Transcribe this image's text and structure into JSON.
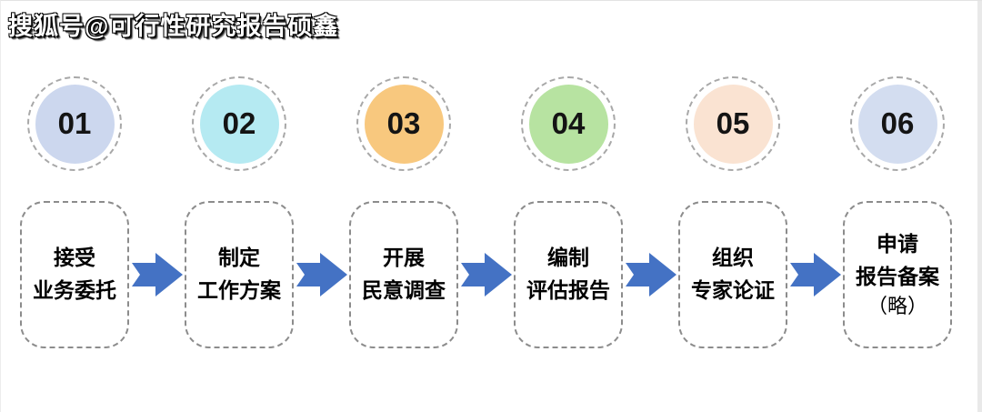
{
  "watermark": "搜狐号@可行性研究报告硕鑫",
  "arrow_color": "#4472c4",
  "steps": [
    {
      "number": "01",
      "circle_color": "#ccd7ee",
      "line1": "接受",
      "line2": "业务委托"
    },
    {
      "number": "02",
      "circle_color": "#b5eaf2",
      "line1": "制定",
      "line2": "工作方案"
    },
    {
      "number": "03",
      "circle_color": "#f8c87e",
      "line1": "开展",
      "line2": "民意调查"
    },
    {
      "number": "04",
      "circle_color": "#b7e3a1",
      "line1": "编制",
      "line2": "评估报告"
    },
    {
      "number": "05",
      "circle_color": "#fae3d2",
      "line1": "组织",
      "line2": "专家论证"
    },
    {
      "number": "06",
      "circle_color": "#d3ddf0",
      "line1": "申请",
      "line2": "报告备案",
      "note": "（略）"
    }
  ]
}
